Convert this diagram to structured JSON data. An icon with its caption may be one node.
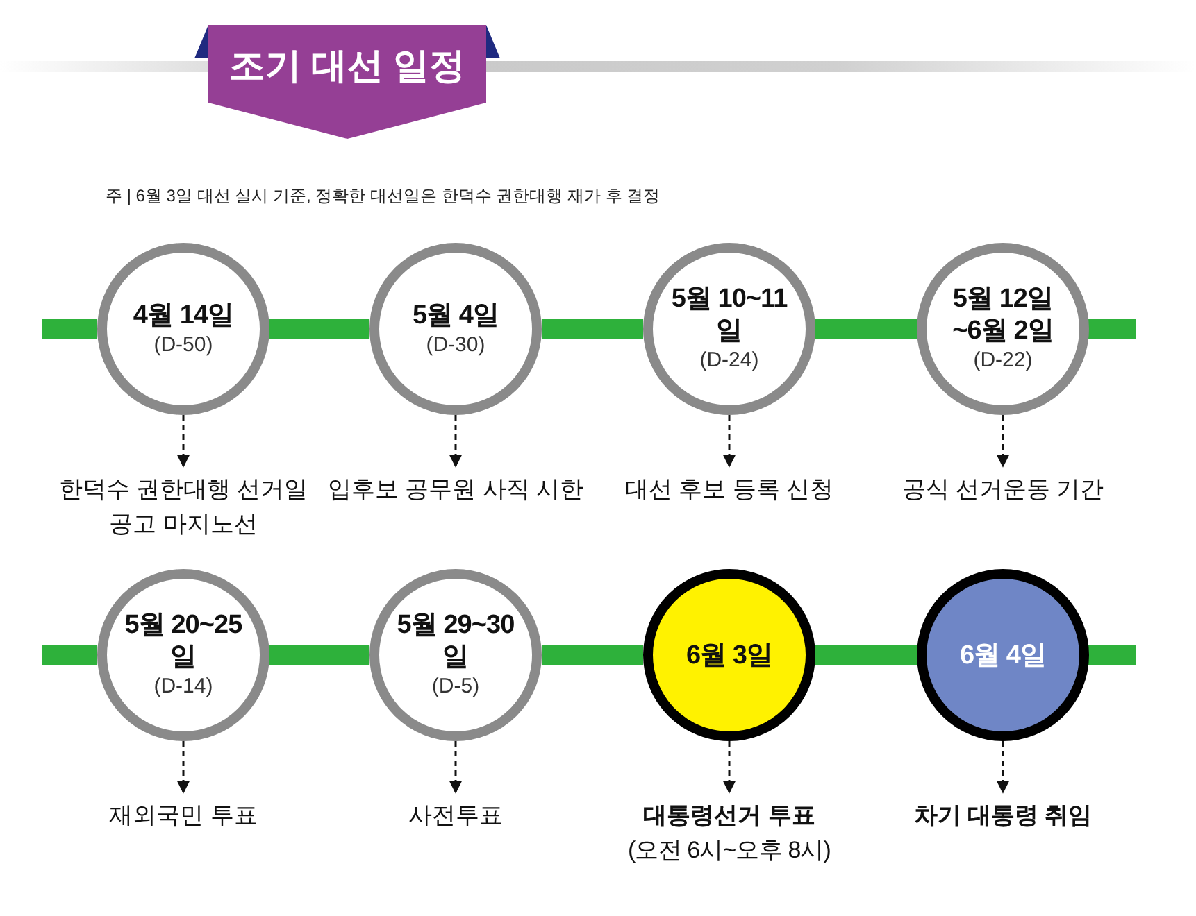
{
  "diagram": {
    "title": "조기 대선 일정",
    "nodes": [
      {
        "text": [
          "4월 14일",
          "(D-50)"
        ]
      },
      {
        "text": [
          "5월 4일",
          "(D-30)"
        ]
      },
      {
        "text": [
          "5월 10~11일",
          "(D-24)"
        ]
      },
      {
        "text": [
          "5월 12일 ~6월 2일",
          "(D-22)"
        ]
      },
      {
        "text": [
          "한덕수 권한대행 선거일 공고 마지노선"
        ]
      },
      {
        "text": [
          "입후보 공무원 사직 시한"
        ]
      },
      {
        "text": [
          "대선 후보 등록 신청"
        ]
      },
      {
        "text": [
          "공식 선거운동 기간"
        ]
      },
      {
        "text": [
          "5월 20~25일",
          "(D-14)"
        ]
      },
      {
        "text": [
          "5월 29~30일",
          "(D-5)"
        ]
      },
      {
        "text": [
          "6월 3일"
        ]
      },
      {
        "text": [
          "6월 4일"
        ]
      },
      {
        "text": [
          "재외국민 투표"
        ]
      },
      {
        "text": [
          "사전투표"
        ]
      },
      {
        "text": [
          "대통령선거 투표",
          "(오전 6시~오후 8시)"
        ]
      },
      {
        "text": [
          "차기 대통령 취임"
        ]
      }
    ],
    "edges": [
      {
        "from": 0,
        "to": 1,
        "arrow": "none",
        "style": "thick",
        "color": "#2eb13b"
      },
      {
        "from": 1,
        "to": 2,
        "arrow": "none",
        "style": "thick",
        "color": "#2eb13b"
      },
      {
        "from": 2,
        "to": 3,
        "arrow": "none",
        "style": "thick",
        "color": "#2eb13b"
      },
      {
        "from": 0,
        "to": 4,
        "arrow": "to",
        "style": "dashed"
      },
      {
        "from": 1,
        "to": 5,
        "arrow": "to",
        "style": "dashed"
      },
      {
        "from": 2,
        "to": 6,
        "arrow": "to",
        "style": "dashed"
      },
      {
        "from": 3,
        "to": 7,
        "arrow": "to",
        "style": "dashed"
      },
      {
        "from": 8,
        "to": 9,
        "arrow": "none",
        "style": "thick",
        "color": "#2eb13b"
      },
      {
        "from": 9,
        "to": 10,
        "arrow": "none",
        "style": "thick",
        "color": "#2eb13b"
      },
      {
        "from": 10,
        "to": 11,
        "arrow": "none",
        "style": "thick",
        "color": "#2eb13b"
      },
      {
        "from": 8,
        "to": 12,
        "arrow": "to",
        "style": "dashed"
      },
      {
        "from": 9,
        "to": 13,
        "arrow": "to",
        "style": "dashed"
      },
      {
        "from": 10,
        "to": 14,
        "arrow": "to",
        "style": "dashed"
      },
      {
        "from": 11,
        "to": 15,
        "arrow": "to",
        "style": "dashed"
      }
    ],
    "labels": [
      "주 | 6월 3일 대선 실시 기준, 정확한 대선일은 한덕수 권한대행 재가 후 결정"
    ]
  }
}
